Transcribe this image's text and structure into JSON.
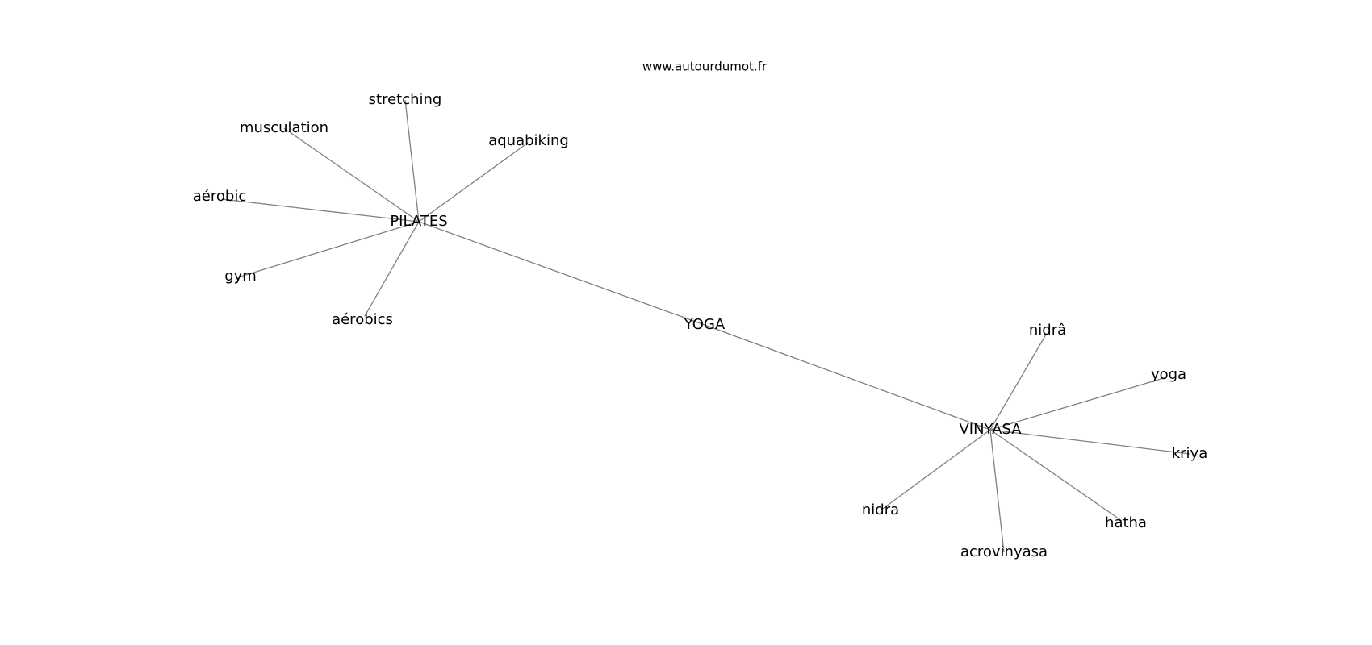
{
  "site": "www.autourdumot.fr",
  "colors": {
    "edge": "#808080",
    "text": "#000000",
    "background": "#ffffff"
  },
  "nodes": [
    {
      "id": "yoga_center",
      "label": "YOGA"
    },
    {
      "id": "pilates",
      "label": "PILATES"
    },
    {
      "id": "vinyasa",
      "label": "VINYASA"
    },
    {
      "id": "stretching",
      "label": "stretching"
    },
    {
      "id": "musculation",
      "label": "musculation"
    },
    {
      "id": "aquabiking",
      "label": "aquabiking"
    },
    {
      "id": "aerobic",
      "label": "aérobic"
    },
    {
      "id": "gym",
      "label": "gym"
    },
    {
      "id": "aerobics",
      "label": "aérobics"
    },
    {
      "id": "nidra_accent",
      "label": "nidrâ"
    },
    {
      "id": "yoga_lower",
      "label": "yoga"
    },
    {
      "id": "kriya",
      "label": "kriya"
    },
    {
      "id": "nidra",
      "label": "nidra"
    },
    {
      "id": "hatha",
      "label": "hatha"
    },
    {
      "id": "acrovinyasa",
      "label": "acrovinyasa"
    }
  ],
  "edges": [
    [
      "yoga_center",
      "pilates"
    ],
    [
      "yoga_center",
      "vinyasa"
    ],
    [
      "pilates",
      "stretching"
    ],
    [
      "pilates",
      "musculation"
    ],
    [
      "pilates",
      "aquabiking"
    ],
    [
      "pilates",
      "aerobic"
    ],
    [
      "pilates",
      "gym"
    ],
    [
      "pilates",
      "aerobics"
    ],
    [
      "vinyasa",
      "nidra_accent"
    ],
    [
      "vinyasa",
      "yoga_lower"
    ],
    [
      "vinyasa",
      "kriya"
    ],
    [
      "vinyasa",
      "nidra"
    ],
    [
      "vinyasa",
      "hatha"
    ],
    [
      "vinyasa",
      "acrovinyasa"
    ]
  ]
}
